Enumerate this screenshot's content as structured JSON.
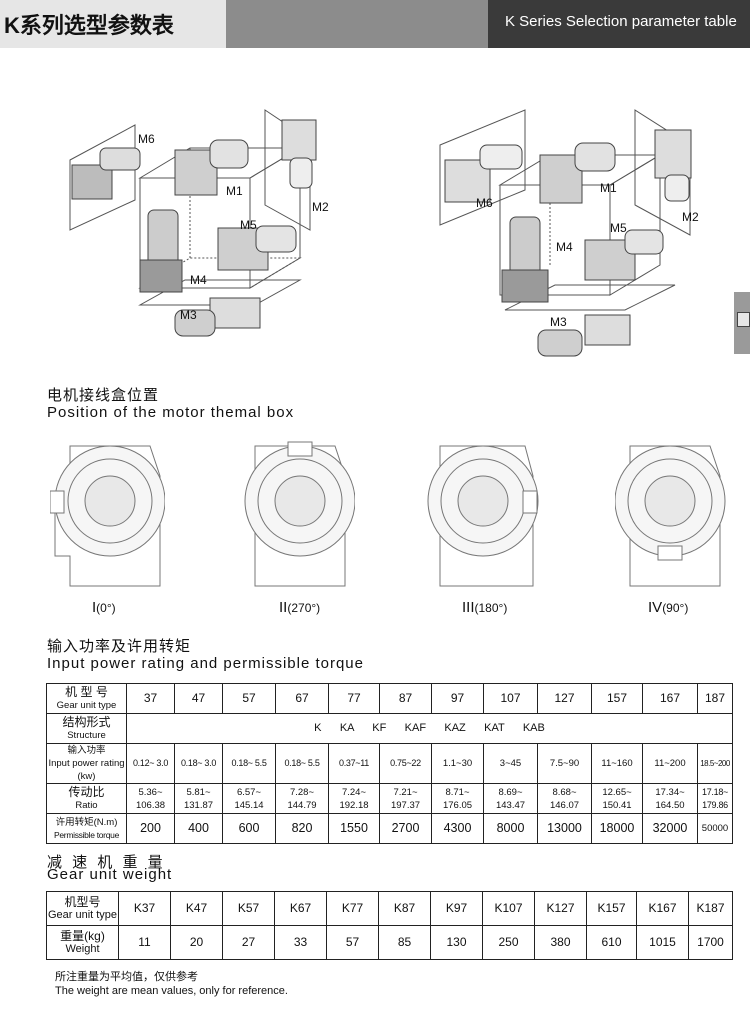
{
  "header": {
    "title_cn": "K系列选型参数表",
    "title_en": "K Series Selection parameter table"
  },
  "mounting": {
    "labels": [
      "M1",
      "M2",
      "M3",
      "M4",
      "M5",
      "M6"
    ]
  },
  "motor_box": {
    "title_cn": "电机接线盒位置",
    "title_en": "Position of the motor themal box",
    "positions": [
      {
        "numeral": "I",
        "angle": "(0°)"
      },
      {
        "numeral": "II",
        "angle": "(270°)"
      },
      {
        "numeral": "III",
        "angle": "(180°)"
      },
      {
        "numeral": "IV",
        "angle": "(90°)"
      }
    ]
  },
  "power_table": {
    "title_cn": "输入功率及许用转矩",
    "title_en": "Input power rating and permissible torque",
    "row_labels": {
      "type_cn": "机 型 号",
      "type_en": "Gear unit type",
      "struct_cn": "结构形式",
      "struct_en": "Structure",
      "power_cn": "输入功率",
      "power_en": "Input power rating (kw)",
      "ratio_cn": "传动比",
      "ratio_en": "Ratio",
      "torque_cn": "许用转矩(N.m)",
      "torque_en": "Permissible torque"
    },
    "types": [
      "37",
      "47",
      "57",
      "67",
      "77",
      "87",
      "97",
      "107",
      "127",
      "157",
      "167",
      "187"
    ],
    "structure": "K      KA      KF      KAF      KAZ      KAT      KAB",
    "power": [
      "0.12~ 3.0",
      "0.18~ 3.0",
      "0.18~ 5.5",
      "0.18~ 5.5",
      "0.37~11",
      "0.75~22",
      "1.1~30",
      "3~45",
      "7.5~90",
      "11~160",
      "11~200",
      "18.5~200"
    ],
    "ratio_min": [
      "5.36~",
      "5.81~",
      "6.57~",
      "7.28~",
      "7.24~",
      "7.21~",
      "8.71~",
      "8.69~",
      "8.68~",
      "12.65~",
      "17.34~",
      "17.18~"
    ],
    "ratio_max": [
      "106.38",
      "131.87",
      "145.14",
      "144.79",
      "192.18",
      "197.37",
      "176.05",
      "143.47",
      "146.07",
      "150.41",
      "164.50",
      "179.86"
    ],
    "torque": [
      "200",
      "400",
      "600",
      "820",
      "1550",
      "2700",
      "4300",
      "8000",
      "13000",
      "18000",
      "32000",
      "50000"
    ]
  },
  "weight_table": {
    "title_cn": "减 速 机 重 量",
    "title_en": "Gear unit weight",
    "row_labels": {
      "type_cn": "机型号",
      "type_en": "Gear unit type",
      "weight_cn": "重量(kg)",
      "weight_en": "Weight"
    },
    "types": [
      "K37",
      "K47",
      "K57",
      "K67",
      "K77",
      "K87",
      "K97",
      "K107",
      "K127",
      "K157",
      "K167",
      "K187"
    ],
    "weights": [
      "11",
      "20",
      "27",
      "33",
      "57",
      "85",
      "130",
      "250",
      "380",
      "610",
      "1015",
      "1700"
    ]
  },
  "notes": {
    "cn": "所注重量为平均值，仅供参考",
    "en": "The weight are mean values, only for reference."
  }
}
